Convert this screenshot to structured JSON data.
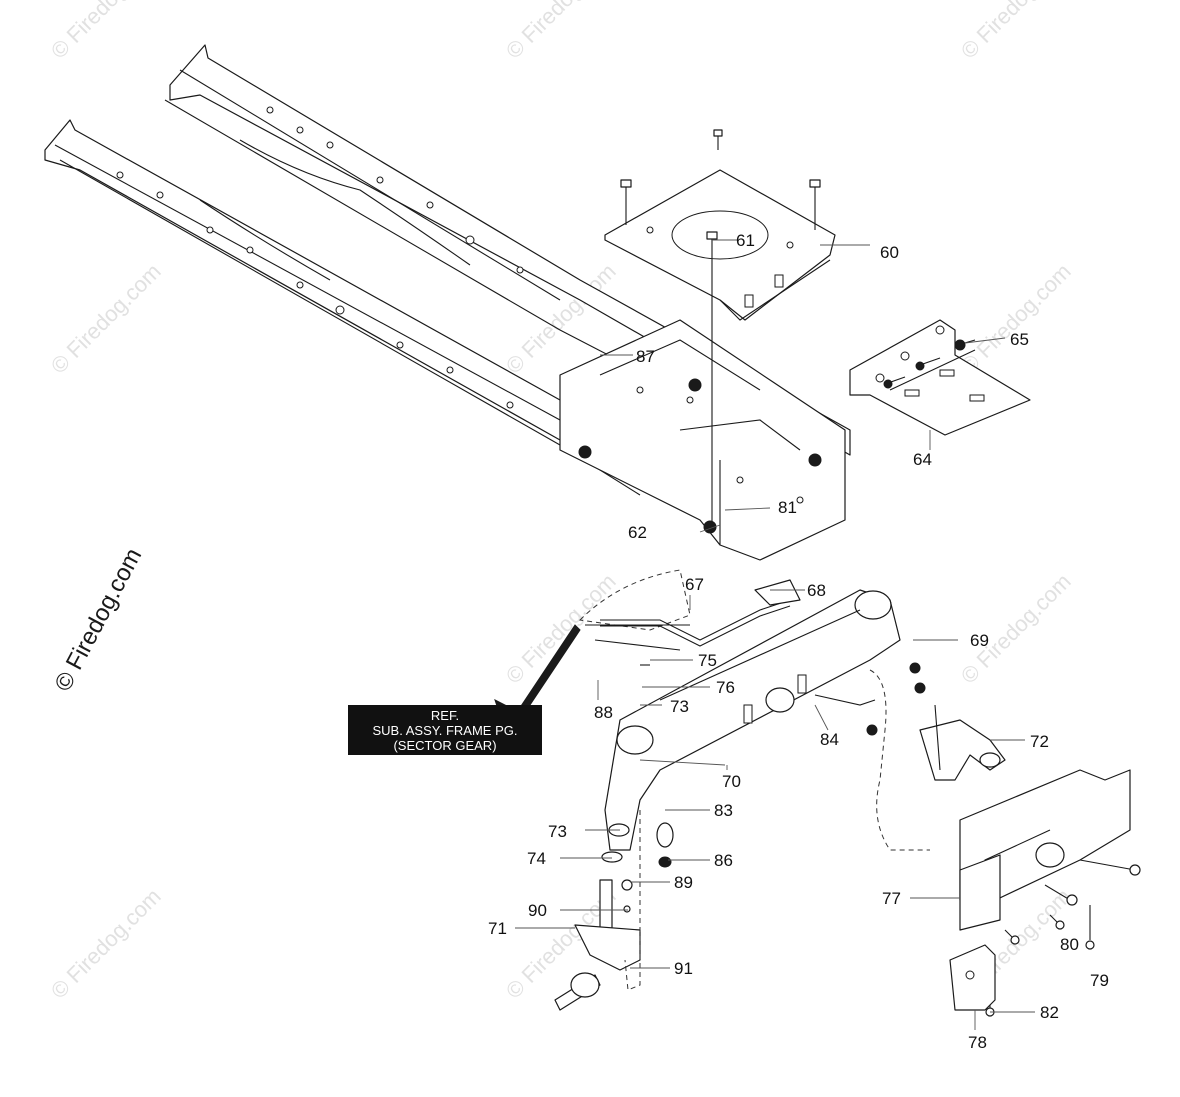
{
  "watermark": {
    "main": "© Firedog.com",
    "tile": "© Firedog.com"
  },
  "ref_box": {
    "line1": "REF.",
    "line2": "SUB. ASSY. FRAME PG.",
    "line3": "(SECTOR GEAR)"
  },
  "callouts": {
    "c60": "60",
    "c61": "61",
    "c62": "62",
    "c64": "64",
    "c65": "65",
    "c67": "67",
    "c68": "68",
    "c69": "69",
    "c70": "70",
    "c71": "71",
    "c72": "72",
    "c73a": "73",
    "c73b": "73",
    "c74": "74",
    "c75": "75",
    "c76": "76",
    "c77": "77",
    "c78": "78",
    "c79": "79",
    "c80": "80",
    "c81": "81",
    "c82": "82",
    "c83": "83",
    "c84": "84",
    "c86": "86",
    "c87": "87",
    "c88": "88",
    "c89": "89",
    "c90": "90",
    "c91": "91"
  }
}
